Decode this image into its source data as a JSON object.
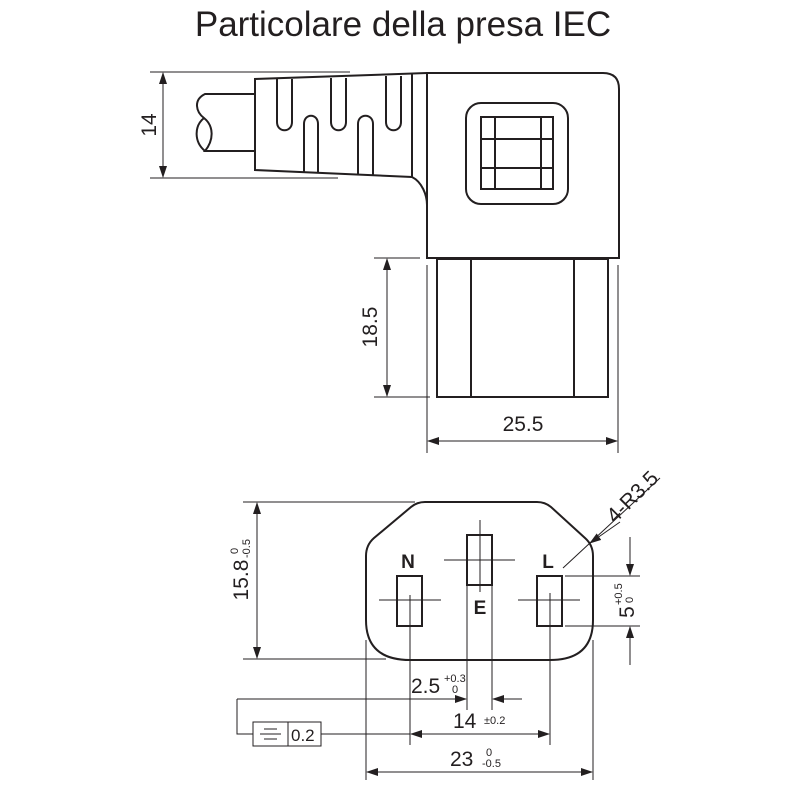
{
  "title": "Particolare della presa IEC",
  "colors": {
    "line": "#231f20",
    "background": "#ffffff"
  },
  "side_view": {
    "dim_height": "14",
    "dim_prong_length": "18.5",
    "dim_width": "25.5"
  },
  "front_view": {
    "pin_labels": {
      "neutral": "N",
      "earth": "E",
      "live": "L"
    },
    "dim_height": {
      "value": "15.8",
      "tol_upper": "0",
      "tol_lower": "-0.5"
    },
    "dim_pin_height": {
      "value": "5",
      "tol_upper": "+0.5",
      "tol_lower": "0"
    },
    "corner_radius": "4-R3.5",
    "dim_earth_width": {
      "value": "2.5",
      "tol_upper": "+0.3",
      "tol_lower": "0"
    },
    "dim_pin_spacing": {
      "value": "14",
      "tol": "±0.2"
    },
    "dim_width": {
      "value": "23",
      "tol_upper": "0",
      "tol_lower": "-0.5"
    },
    "symmetry_tolerance": {
      "symbol": "symmetry-icon",
      "value": "0.2"
    }
  }
}
